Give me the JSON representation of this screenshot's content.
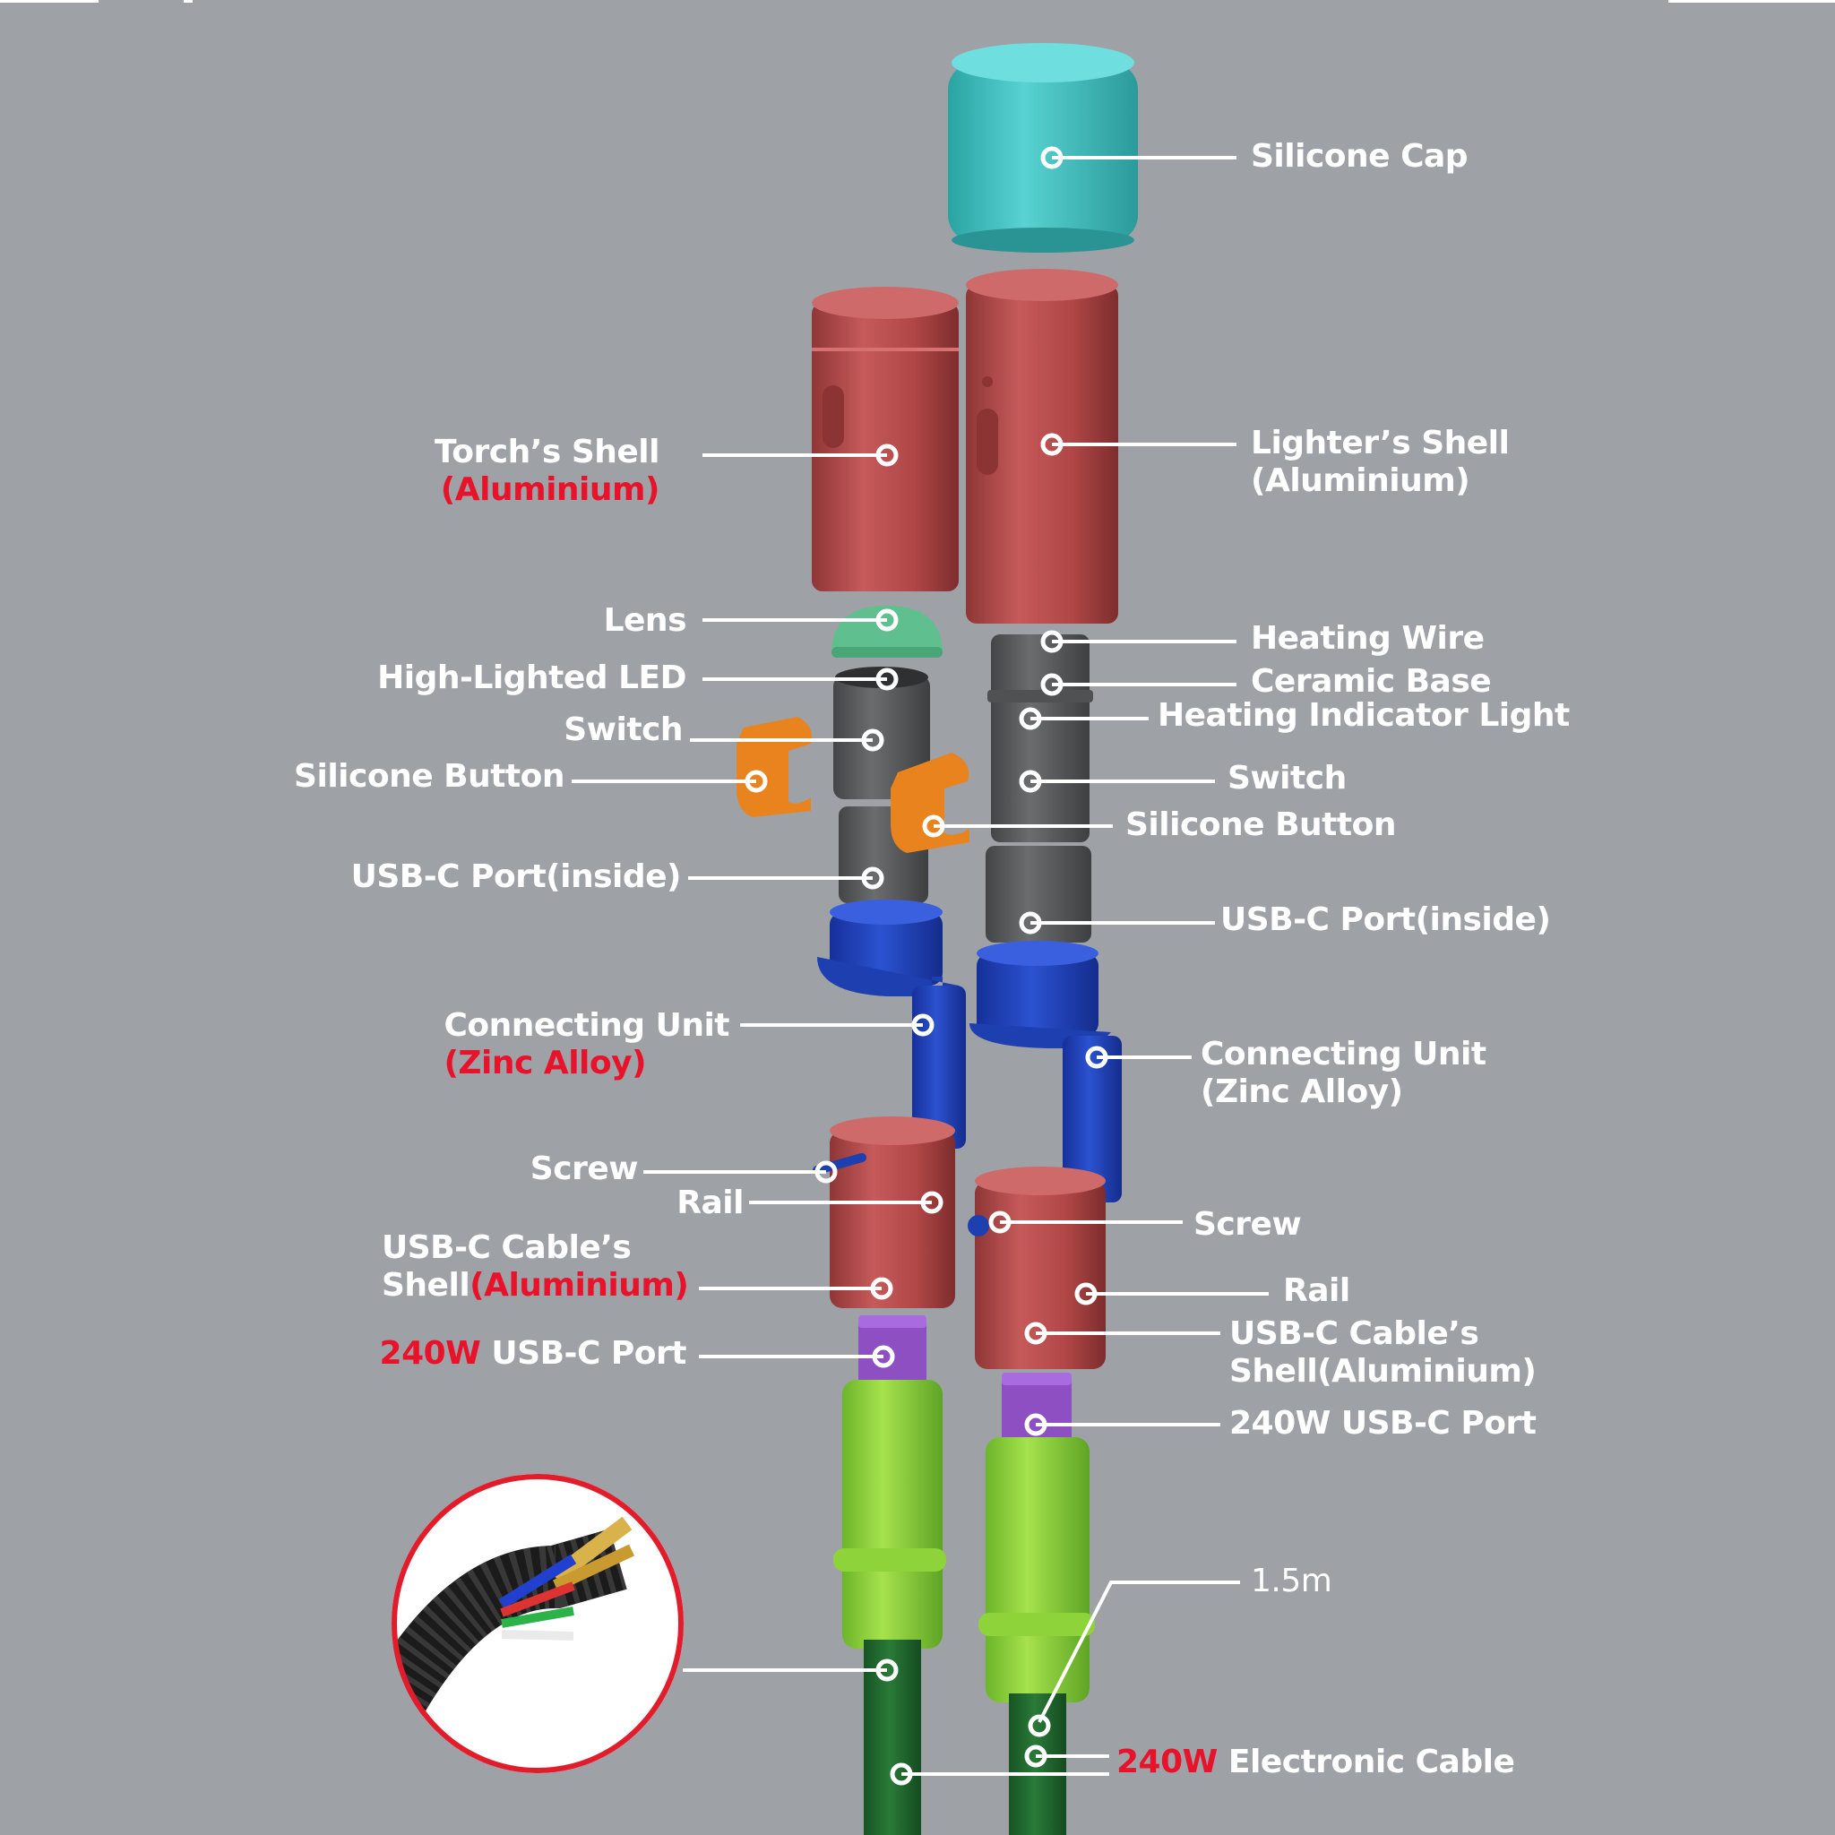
{
  "title": "Exploded view of torch and lighter USB-C cable ends",
  "colors": {
    "background": "#9ea1a6",
    "label_white": "#ffffff",
    "label_red": "#e8132b",
    "shell": "#b24a4a",
    "cap": "#3fbcbc",
    "lens": "#5fbf8e",
    "inner_body": "#5d5e60",
    "button": "#e8831e",
    "connecting_unit": "#1d3fb0",
    "usb_port": "#8e4fc2",
    "strain_relief": "#8fd33a",
    "cable": "#1f6a2e"
  },
  "left": {
    "torch_shell": {
      "line1": "Torch’s Shell",
      "line2": "(Aluminium)"
    },
    "lens": "Lens",
    "led": "High-Lighted LED",
    "switch": "Switch",
    "silicone_button": "Silicone Button",
    "usbc_inside": "USB-C Port(inside)",
    "connecting_unit": {
      "line1": "Connecting Unit",
      "line2": "(Zinc Alloy)"
    },
    "screw": "Screw",
    "rail": "Rail",
    "cable_shell": {
      "line1": "USB-C Cable’s",
      "line2a": "Shell",
      "line2b": "(Aluminium)"
    },
    "usbc_port": {
      "power": "240W",
      "text": " USB-C Port"
    }
  },
  "right": {
    "silicone_cap": "Silicone Cap",
    "lighter_shell": {
      "line1": "Lighter’s Shell",
      "line2": "(Aluminium)"
    },
    "heating_wire": "Heating Wire",
    "ceramic_base": "Ceramic Base",
    "indicator_light": "Heating Indicator Light",
    "switch": "Switch",
    "silicone_button": "Silicone Button",
    "usbc_inside": "USB-C Port(inside)",
    "connecting_unit": {
      "line1": "Connecting Unit",
      "line2": "(Zinc Alloy)"
    },
    "screw": "Screw",
    "rail": "Rail",
    "cable_shell": {
      "line1": "USB-C Cable’s",
      "line2": "Shell(Aluminium)"
    },
    "usbc_port": "240W USB-C Port",
    "length": "1.5m",
    "cable": {
      "power": "240W",
      "text": " Electronic Cable"
    }
  },
  "inset": {
    "description": "Braided cable cross-section close-up"
  }
}
